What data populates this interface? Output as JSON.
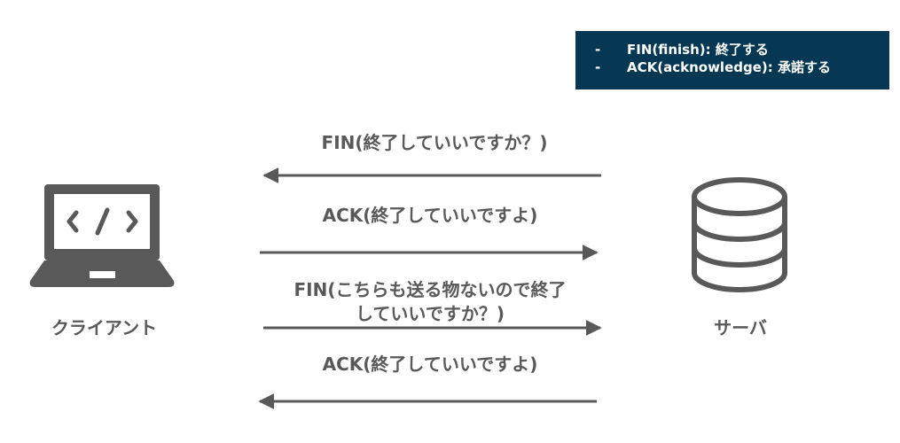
{
  "legend": {
    "items": [
      {
        "marker": "-",
        "text": "FIN(finish): 終了する"
      },
      {
        "marker": "-",
        "text": "ACK(acknowledge): 承諾する"
      }
    ]
  },
  "client": {
    "label": "クライアント",
    "icon": "laptop-code-icon"
  },
  "server": {
    "label": "サーバ",
    "icon": "database-icon"
  },
  "messages": [
    {
      "lines": [
        "FIN(終了していいですか？)"
      ],
      "direction": "server-to-client"
    },
    {
      "lines": [
        "ACK(終了していいですよ)"
      ],
      "direction": "client-to-server"
    },
    {
      "lines": [
        "FIN(こちらも送る物ないので終了",
        "していいですか？)"
      ],
      "direction": "client-to-server"
    },
    {
      "lines": [
        "ACK(終了していいですよ)"
      ],
      "direction": "server-to-client"
    }
  ],
  "colors": {
    "text": "#595959",
    "legend_bg": "#063853",
    "legend_text": "#ffffff",
    "icon": "#595959"
  }
}
